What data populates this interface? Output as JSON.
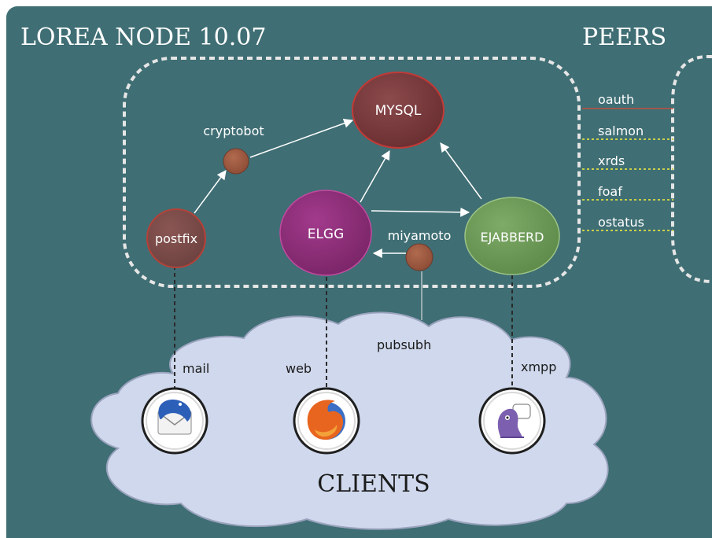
{
  "title": "LOREA NODE 10.07",
  "peers_title": "PEERS",
  "clients_title": "CLIENTS",
  "nodes": {
    "mysql": "MYSQL",
    "cryptobot": "cryptobot",
    "postfix": "postfix",
    "elgg": "ELGG",
    "miyamoto": "miyamoto",
    "ejabberd": "EJABBERD"
  },
  "protocols": [
    "oauth",
    "salmon",
    "xrds",
    "foaf",
    "ostatus"
  ],
  "client_links": {
    "mail": "mail",
    "web": "web",
    "pubsubh": "pubsubh",
    "xmpp": "xmpp"
  },
  "client_icons": [
    "thunderbird-icon",
    "firefox-icon",
    "pidgin-icon"
  ],
  "colors": {
    "background": "#3f6e74",
    "mysql": "#7a3a3c",
    "elgg": "#8d2f79",
    "ejabberd": "#6e9a58",
    "small_node": "#9b5a43",
    "cloud": "#cfd8ec",
    "text_light": "#ffffff",
    "text_dark": "#1b1b1b"
  }
}
